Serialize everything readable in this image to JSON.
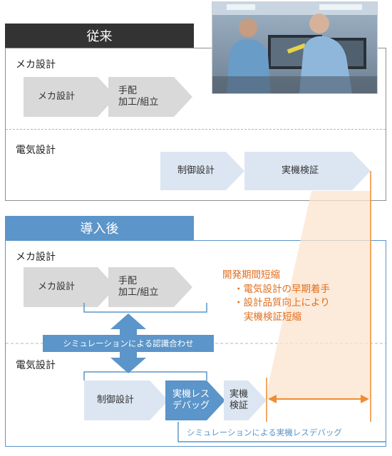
{
  "before": {
    "header": "従来",
    "mech_label": "メカ設計",
    "mech_steps": [
      "メカ設計",
      "手配\n加工/組立"
    ],
    "elec_label": "電気設計",
    "elec_steps": [
      "制御設計",
      "実機検証"
    ]
  },
  "after": {
    "header": "導入後",
    "mech_label": "メカ設計",
    "mech_steps": [
      "メカ設計",
      "手配\n加工/組立"
    ],
    "sim_bar": "シミュレーションによる認識合わせ",
    "elec_label": "電気設計",
    "elec_steps": [
      "制御設計",
      "実機レス\nデバッグ",
      "実機\n検証"
    ],
    "sim_debug_label": "シミュレーションによる実機レスデバッグ"
  },
  "benefit": {
    "title": "開発期間短縮",
    "items": [
      "・電気設計の早期着手",
      "・設計品質向上により",
      "実機検証短縮"
    ]
  },
  "photo": {
    "description_icon": "engineers-at-workstation-photo"
  },
  "colors": {
    "accent_blue": "#5b95c9",
    "orange": "#f08c30",
    "dark": "#333333",
    "chevron_gray": "#d9d9d9",
    "chevron_blue": "#dce6f2"
  }
}
